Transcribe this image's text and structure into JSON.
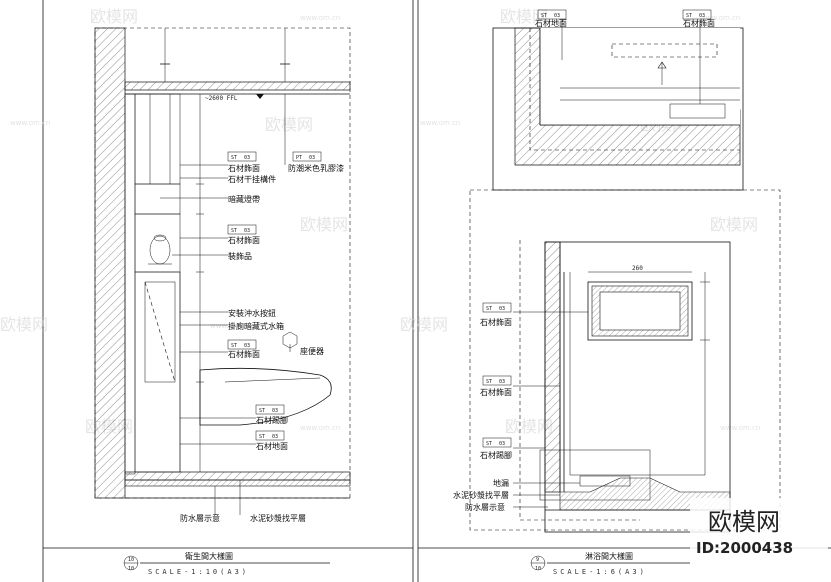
{
  "watermark": {
    "text": "欧模网",
    "url": "www.om.cn"
  },
  "brand": {
    "name": "欧模网",
    "id": "ID:2000438"
  },
  "left_view": {
    "title": "衛生間大樣圖",
    "scale": "SCALE-1:10(A3)",
    "ref_number": "10",
    "ref_sheet": "10",
    "ceiling_dim": "~2600 FFL",
    "labels": {
      "stone_wall_1": "石材飾面",
      "stone_hanger": "石材干挂構件",
      "paint": "防潮米色乳膠漆",
      "light_trough": "暗藏燈帶",
      "stone_wall_2": "石材飾面",
      "ornament": "裝飾品",
      "flush_button": "安裝沖水按鈕",
      "cistern": "掛廁暗藏式水箱",
      "stone_wall_3": "石材飾面",
      "toilet": "座便器",
      "skirting": "石材踢腳",
      "floor": "石材地面",
      "waterproof": "防水層示意",
      "screed": "水泥砂漿找平層"
    },
    "tags": {
      "st": "ST",
      "st_num": "03",
      "pt": "PT",
      "pt_num": "03"
    }
  },
  "right_top": {
    "labels": {
      "stone_floor": "石材地面",
      "stone_wall": "石材飾面"
    }
  },
  "right_view": {
    "title": "淋浴間大樣圖",
    "scale": "SCALE-1:6(A3)",
    "ref_number": "9",
    "ref_sheet": "10",
    "labels": {
      "stone_wall_1": "石材飾面",
      "stone_wall_2": "石材飾面",
      "skirting": "石材踢腳",
      "drain": "地漏",
      "screed": "水泥砂漿找平層",
      "waterproof": "防水層示意"
    }
  }
}
